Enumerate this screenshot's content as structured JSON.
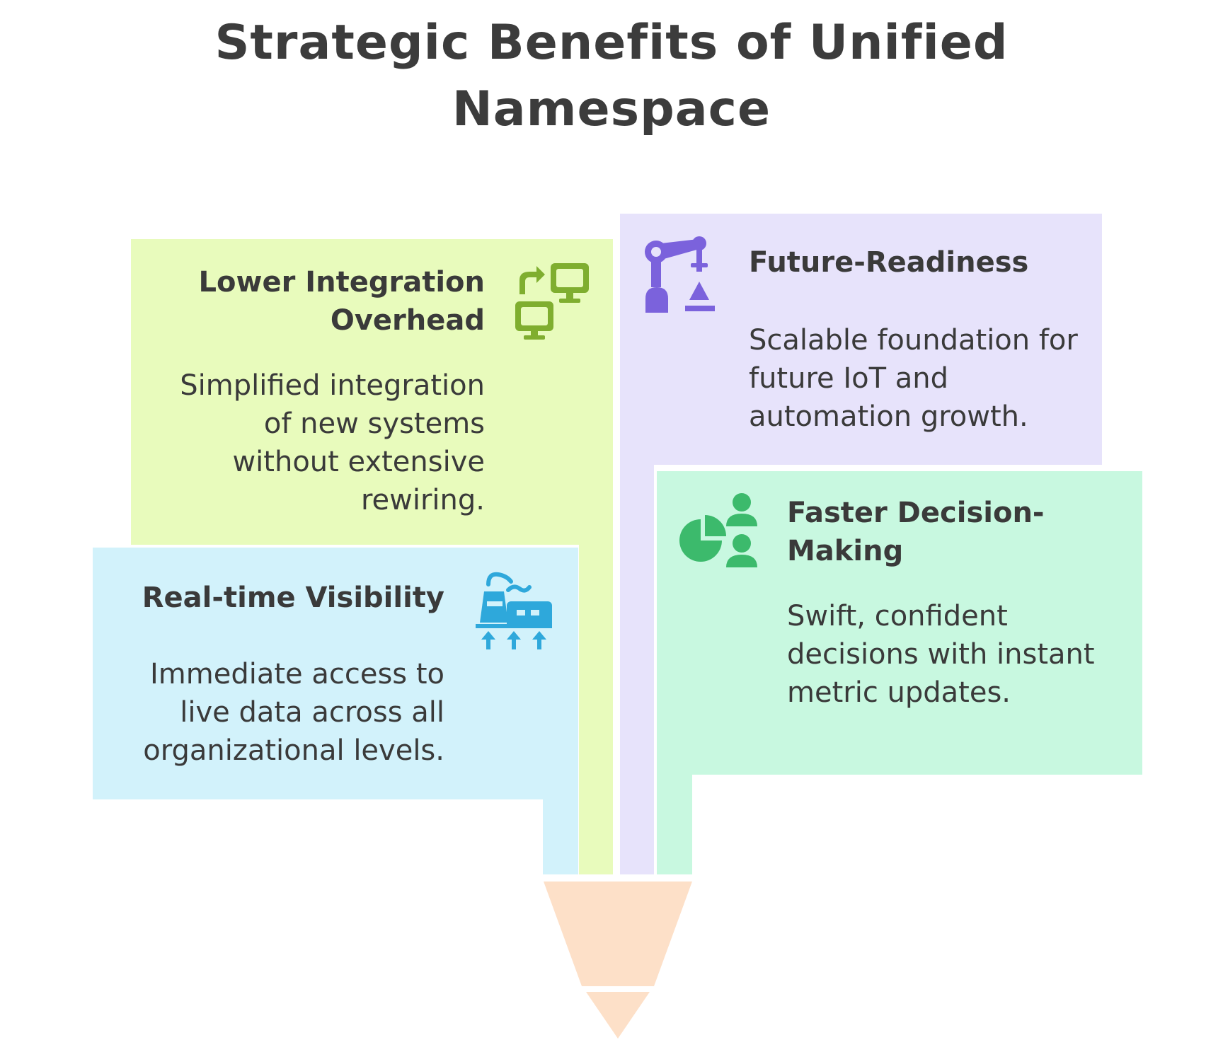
{
  "title": "Strategic Benefits of Unified Namespace",
  "cards": {
    "lower_integration": {
      "title": "Lower Integration Overhead",
      "description": "Simplified integration of new systems without extensive rewiring.",
      "icon": "monitors-sync-icon",
      "color": "#e8fbbc",
      "icon_color": "#7fae2f"
    },
    "future_readiness": {
      "title": "Future-Readiness",
      "description": "Scalable foundation for future IoT and automation growth.",
      "icon": "robotic-arm-icon",
      "color": "#e7e3fb",
      "icon_color": "#7b62dc"
    },
    "realtime_visibility": {
      "title": "Real-time Visibility",
      "description": "Immediate access to live data across all organizational levels.",
      "icon": "factory-upload-icon",
      "color": "#d2f2fb",
      "icon_color": "#2ea8db"
    },
    "faster_decision": {
      "title": "Faster Decision-Making",
      "description": "Swift, confident decisions with instant metric updates.",
      "icon": "pie-chart-people-icon",
      "color": "#c8f8e0",
      "icon_color": "#3cba6c"
    }
  },
  "funnel": {
    "color": "#fde0c8"
  }
}
